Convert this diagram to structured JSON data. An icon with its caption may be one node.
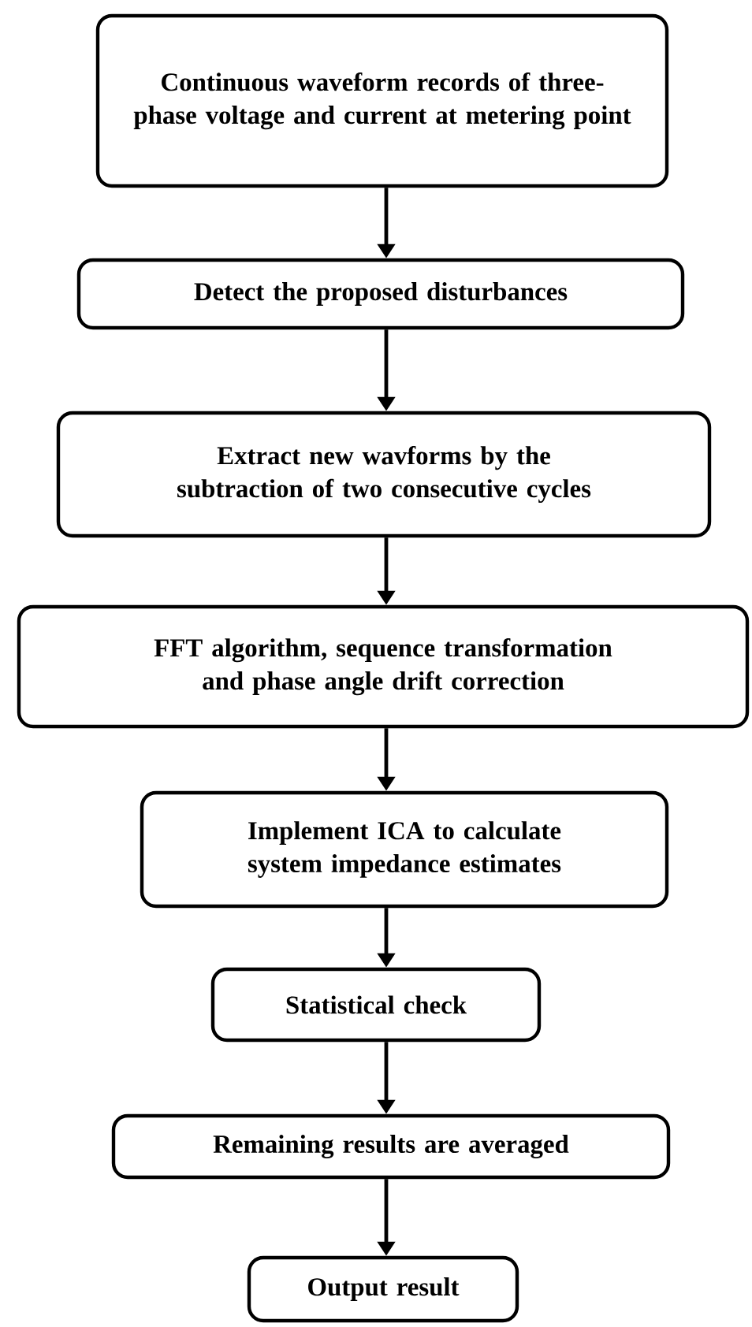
{
  "diagram": {
    "nodes": [
      {
        "text": [
          "Continuous waveform records of three-phase voltage and current at metering point"
        ]
      },
      {
        "text": [
          "Detect the proposed disturbances"
        ]
      },
      {
        "text": [
          "Extract new wavforms by the subtraction of two consecutive cycles"
        ]
      },
      {
        "text": [
          "FFT algorithm, sequence transformation and phase angle drift correction"
        ]
      },
      {
        "text": [
          "Implement ICA to calculate system impedance estimates"
        ]
      },
      {
        "text": [
          "Statistical check"
        ]
      },
      {
        "text": [
          "Remaining results are averaged"
        ]
      },
      {
        "text": [
          "Output result"
        ]
      }
    ],
    "edges": [
      {
        "from": 0,
        "to": 1,
        "arrow": "to"
      },
      {
        "from": 1,
        "to": 2,
        "arrow": "to"
      },
      {
        "from": 2,
        "to": 3,
        "arrow": "to"
      },
      {
        "from": 3,
        "to": 4,
        "arrow": "to"
      },
      {
        "from": 4,
        "to": 5,
        "arrow": "to"
      },
      {
        "from": 5,
        "to": 6,
        "arrow": "to"
      },
      {
        "from": 6,
        "to": 7,
        "arrow": "to"
      }
    ]
  }
}
